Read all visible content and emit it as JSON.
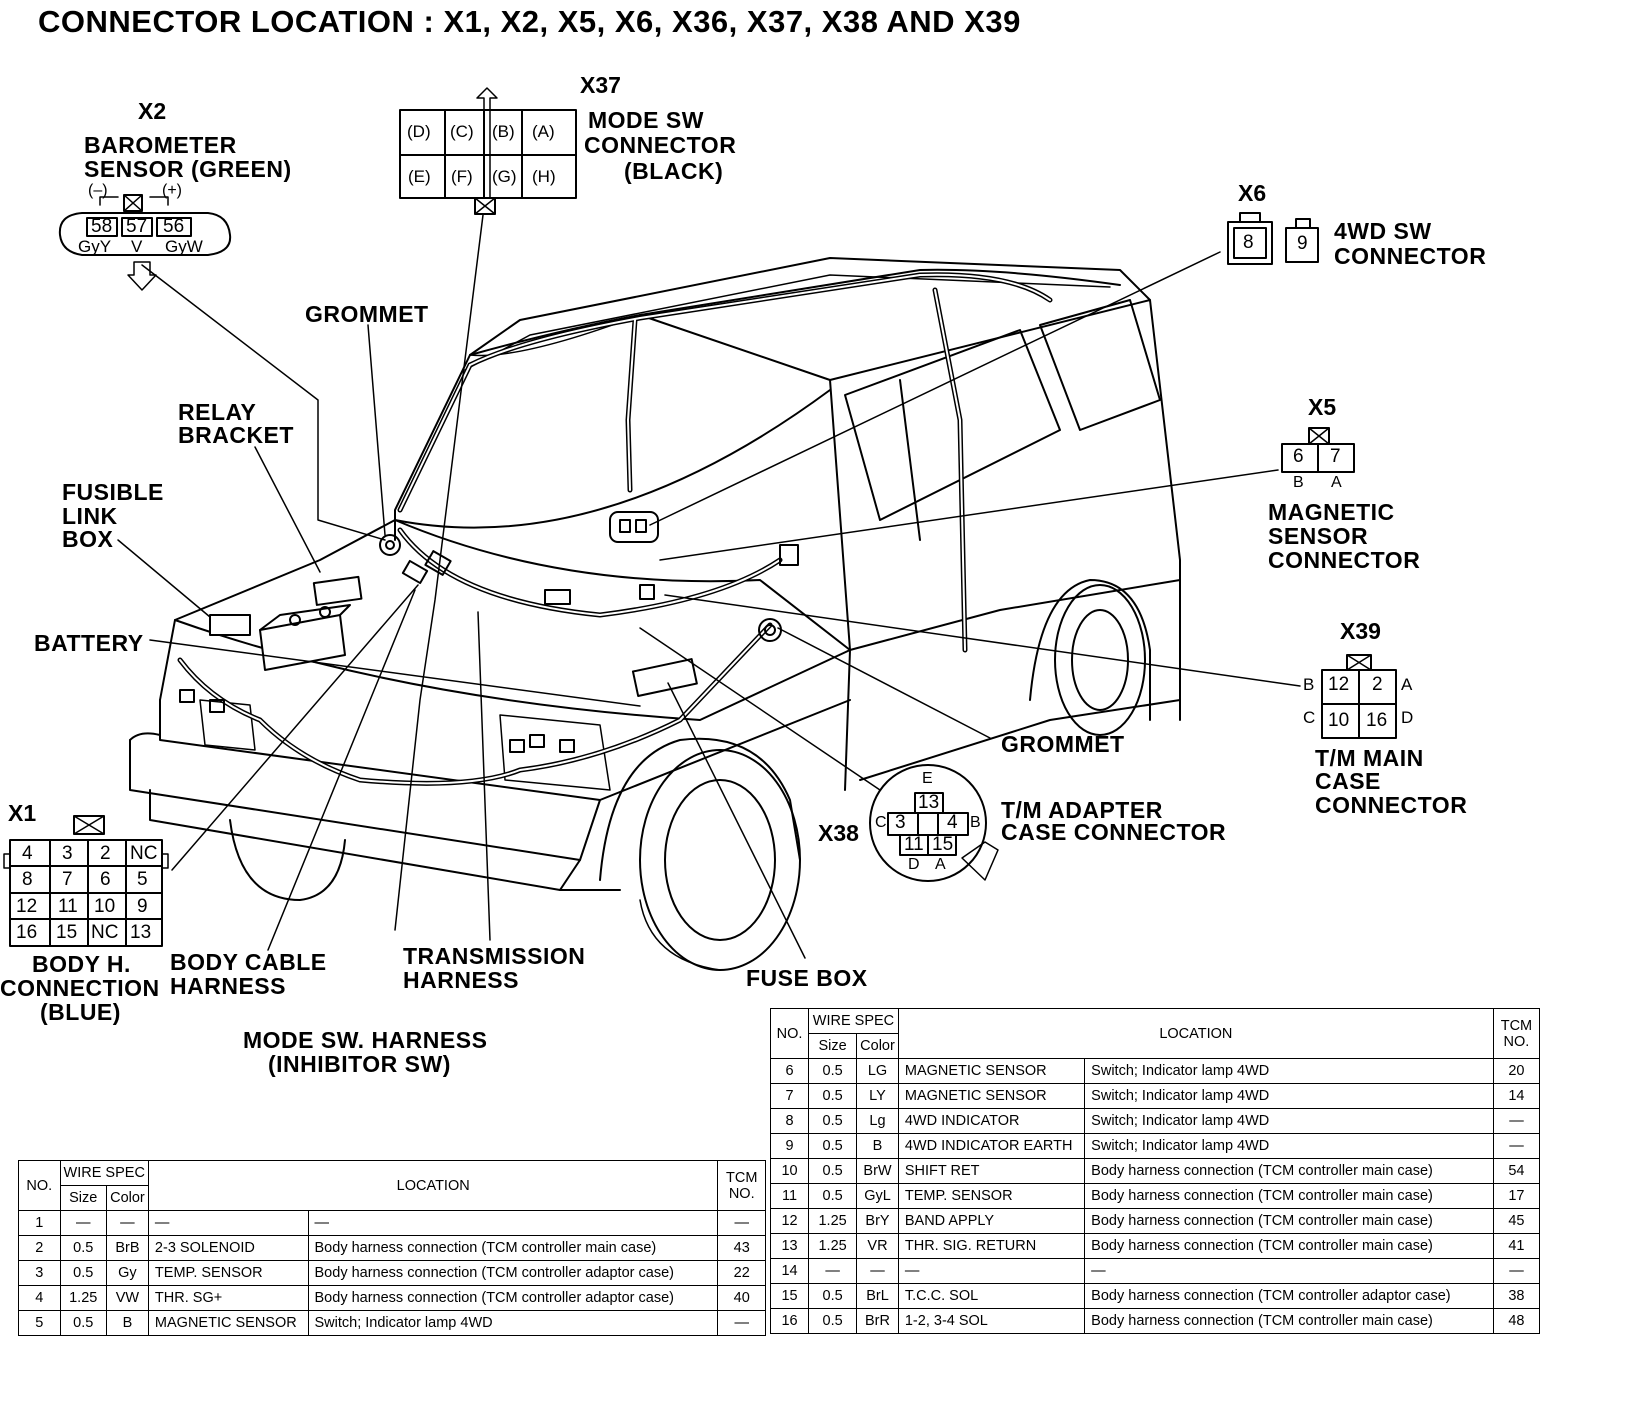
{
  "title": "CONNECTOR LOCATION : X1, X2, X5, X6, X36, X37, X38 AND X39",
  "connectors": {
    "x2": {
      "id": "X2",
      "line1": "BAROMETER",
      "line2": "SENSOR (GREEN)",
      "minus": "(–)",
      "plus": "(+)",
      "pins": [
        "58",
        "57",
        "56"
      ],
      "colors": [
        "GyY",
        "V",
        "GyW"
      ]
    },
    "x37": {
      "id": "X37",
      "line1": "MODE SW",
      "line2": "CONNECTOR",
      "line3": "(BLACK)",
      "pins_top": [
        "(D)",
        "(C)",
        "(B)",
        "(A)"
      ],
      "pins_bottom": [
        "(E)",
        "(F)",
        "(G)",
        "(H)"
      ]
    },
    "x6": {
      "id": "X6",
      "pins": [
        "8",
        "9"
      ],
      "line1": "4WD SW",
      "line2": "CONNECTOR"
    },
    "x5": {
      "id": "X5",
      "pins": [
        "6",
        "7"
      ],
      "pin_letters": [
        "B",
        "A"
      ],
      "line1": "MAGNETIC",
      "line2": "SENSOR",
      "line3": "CONNECTOR"
    },
    "x39": {
      "id": "X39",
      "pins_top": [
        "12",
        "2"
      ],
      "pins_bottom": [
        "10",
        "16"
      ],
      "side": [
        "B",
        "A",
        "C",
        "D"
      ],
      "line1": "T/M MAIN",
      "line2": "CASE",
      "line3": "CONNECTOR"
    },
    "x38": {
      "id": "X38",
      "pins": [
        "13",
        "3",
        "4",
        "11",
        "15"
      ],
      "letters": [
        "E",
        "C",
        "B",
        "D",
        "A"
      ],
      "line1": "T/M ADAPTER",
      "line2": "CASE CONNECTOR"
    },
    "x1": {
      "id": "X1",
      "rows": [
        [
          "4",
          "3",
          "2",
          "NC"
        ],
        [
          "8",
          "7",
          "6",
          "5"
        ],
        [
          "12",
          "11",
          "10",
          "9"
        ],
        [
          "16",
          "15",
          "NC",
          "13"
        ]
      ],
      "line1": "BODY H.",
      "line2": "CONNECTION",
      "line3": "(BLUE)"
    }
  },
  "callouts": {
    "grommet_top": "GROMMET",
    "relay1": "RELAY",
    "relay2": "BRACKET",
    "fusible1": "FUSIBLE",
    "fusible2": "LINK",
    "fusible3": "BOX",
    "battery": "BATTERY",
    "grommet_right": "GROMMET",
    "body_cable1": "BODY CABLE",
    "body_cable2": "HARNESS",
    "trans1": "TRANSMISSION",
    "trans2": "HARNESS",
    "fuse_box": "FUSE BOX",
    "mode_harness1": "MODE SW. HARNESS",
    "mode_harness2": "(INHIBITOR SW)"
  },
  "table_headers": {
    "no": "NO.",
    "wire_spec": "WIRE SPEC",
    "size": "Size",
    "color": "Color",
    "location": "LOCATION",
    "tcm1": "TCM",
    "tcm2": "NO."
  },
  "table_left": [
    {
      "no": "1",
      "size": "—",
      "color": "—",
      "name": "—",
      "loc": "—",
      "tcm": "—"
    },
    {
      "no": "2",
      "size": "0.5",
      "color": "BrB",
      "name": "2-3 SOLENOID",
      "loc": "Body harness connection (TCM controller main case)",
      "tcm": "43"
    },
    {
      "no": "3",
      "size": "0.5",
      "color": "Gy",
      "name": "TEMP. SENSOR",
      "loc": "Body harness connection (TCM controller adaptor case)",
      "tcm": "22"
    },
    {
      "no": "4",
      "size": "1.25",
      "color": "VW",
      "name": "THR. SG+",
      "loc": "Body harness connection (TCM controller adaptor case)",
      "tcm": "40"
    },
    {
      "no": "5",
      "size": "0.5",
      "color": "B",
      "name": "MAGNETIC SENSOR",
      "loc": "Switch; Indicator lamp 4WD",
      "tcm": "—"
    }
  ],
  "table_right": [
    {
      "no": "6",
      "size": "0.5",
      "color": "LG",
      "name": "MAGNETIC SENSOR",
      "loc": "Switch; Indicator lamp 4WD",
      "tcm": "20"
    },
    {
      "no": "7",
      "size": "0.5",
      "color": "LY",
      "name": "MAGNETIC SENSOR",
      "loc": "Switch; Indicator lamp 4WD",
      "tcm": "14"
    },
    {
      "no": "8",
      "size": "0.5",
      "color": "Lg",
      "name": "4WD INDICATOR",
      "loc": "Switch; Indicator lamp 4WD",
      "tcm": "—"
    },
    {
      "no": "9",
      "size": "0.5",
      "color": "B",
      "name": "4WD INDICATOR EARTH",
      "loc": "Switch; Indicator lamp 4WD",
      "tcm": "—"
    },
    {
      "no": "10",
      "size": "0.5",
      "color": "BrW",
      "name": "SHIFT RET",
      "loc": "Body harness connection (TCM controller main case)",
      "tcm": "54"
    },
    {
      "no": "11",
      "size": "0.5",
      "color": "GyL",
      "name": "TEMP. SENSOR",
      "loc": "Body harness connection (TCM controller main case)",
      "tcm": "17"
    },
    {
      "no": "12",
      "size": "1.25",
      "color": "BrY",
      "name": "BAND APPLY",
      "loc": "Body harness connection (TCM controller main case)",
      "tcm": "45"
    },
    {
      "no": "13",
      "size": "1.25",
      "color": "VR",
      "name": "THR. SIG. RETURN",
      "loc": "Body harness connection (TCM controller main case)",
      "tcm": "41"
    },
    {
      "no": "14",
      "size": "—",
      "color": "—",
      "name": "—",
      "loc": "—",
      "tcm": "—"
    },
    {
      "no": "15",
      "size": "0.5",
      "color": "BrL",
      "name": "T.C.C. SOL",
      "loc": "Body harness connection (TCM controller adaptor case)",
      "tcm": "38"
    },
    {
      "no": "16",
      "size": "0.5",
      "color": "BrR",
      "name": "1-2, 3-4 SOL",
      "loc": "Body harness connection (TCM controller main case)",
      "tcm": "48"
    }
  ]
}
